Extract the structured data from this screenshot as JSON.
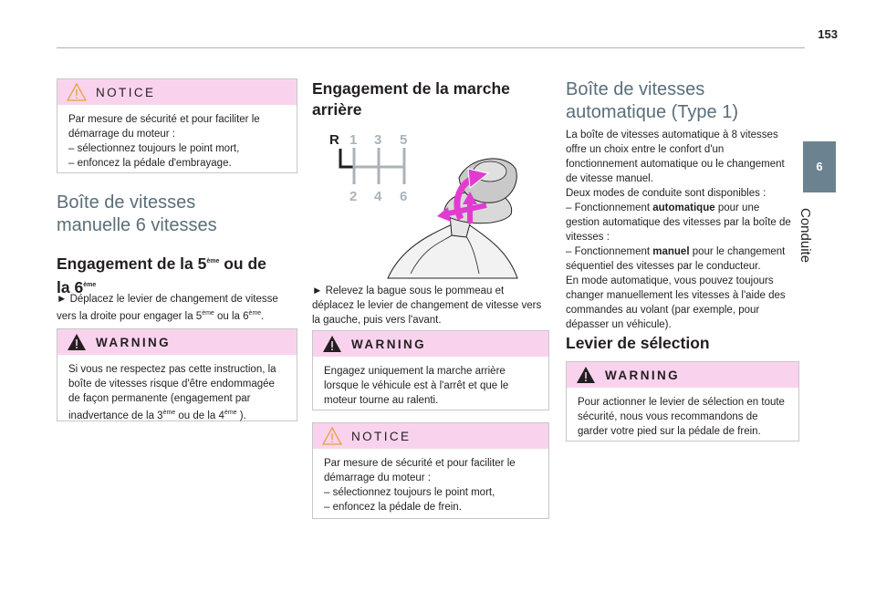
{
  "page_number": "153",
  "side_tab": {
    "number": "6",
    "label": "Conduite"
  },
  "col1": {
    "notice": {
      "title": "NOTICE",
      "intro": "Par mesure de sécurité et pour faciliter le démarrage du moteur :",
      "items": [
        "–  sélectionnez toujours le point mort,",
        "–  enfoncez la pédale d'embrayage."
      ]
    },
    "section_title_line1": "Boîte de vitesses",
    "section_title_line2": "manuelle 6 vitesses",
    "sub_title_a": "Engagement de la 5",
    "sub_title_sup1": "ème",
    "sub_title_b": " ou de",
    "sub_title_c": "la 6",
    "sub_title_sup2": "ème",
    "instruction_a": "►  Déplacez le levier de changement de vitesse vers la droite pour engager la 5",
    "instruction_sup1": "ème",
    "instruction_b": " ou la 6",
    "instruction_sup2": "ème",
    "instruction_c": ".",
    "warning": {
      "title": "WARNING",
      "text_a": "Si vous ne respectez pas cette instruction, la boîte de vitesses risque d'être endommagée de façon permanente (engagement par inadvertance de la 3",
      "sup1": "ème",
      "text_b": " ou de la 4",
      "sup2": "ème",
      "text_c": " )."
    }
  },
  "col2": {
    "title_line1": "Engagement de la marche",
    "title_line2": "arrière",
    "gear_labels": {
      "r": "R",
      "g1": "1",
      "g3": "3",
      "g5": "5",
      "g2": "2",
      "g4": "4",
      "g6": "6"
    },
    "instruction": "►  Relevez la bague sous le pommeau et déplacez le levier de changement de vitesse vers la gauche, puis vers l'avant.",
    "warning": {
      "title": "WARNING",
      "text": "Engagez uniquement la marche arrière lorsque le véhicule est à l'arrêt et que le moteur tourne au ralenti."
    },
    "notice": {
      "title": "NOTICE",
      "intro": "Par mesure de sécurité et pour faciliter le démarrage du moteur :",
      "items": [
        "–  sélectionnez toujours le point mort,",
        "–  enfoncez la pédale de frein."
      ]
    }
  },
  "col3": {
    "title_line1": "Boîte de vitesses",
    "title_line2": "automatique (Type 1)",
    "para1": "La boîte de vitesses automatique à 8 vitesses offre un choix entre le confort d'un fonctionnement automatique ou le changement de vitesse manuel.",
    "para2": "Deux modes de conduite sont disponibles :",
    "mode1_a": "–  Fonctionnement ",
    "mode1_bold": "automatique",
    "mode1_b": " pour une gestion automatique des vitesses par la boîte de vitesses :",
    "mode2_a": "–  Fonctionnement ",
    "mode2_bold": "manuel",
    "mode2_b": " pour le changement séquentiel des vitesses par le conducteur.",
    "para3": "En mode automatique, vous pouvez toujours changer manuellement les vitesses à l'aide des commandes au volant (par exemple, pour dépasser un véhicule).",
    "sub_title": "Levier de sélection",
    "warning": {
      "title": "WARNING",
      "text": "Pour actionner le levier de sélection en toute sécurité, nous vous recommandons de garder votre pied sur la pédale de frein."
    }
  },
  "colors": {
    "pink_header": "#f9d3ee",
    "tab_bg": "#6b8390",
    "light_heading": "#5a6e7a",
    "arrow_magenta": "#e23bd0"
  },
  "icons": [
    "warning-triangle-icon",
    "gear-pattern-diagram",
    "gear-knob-illustration"
  ]
}
